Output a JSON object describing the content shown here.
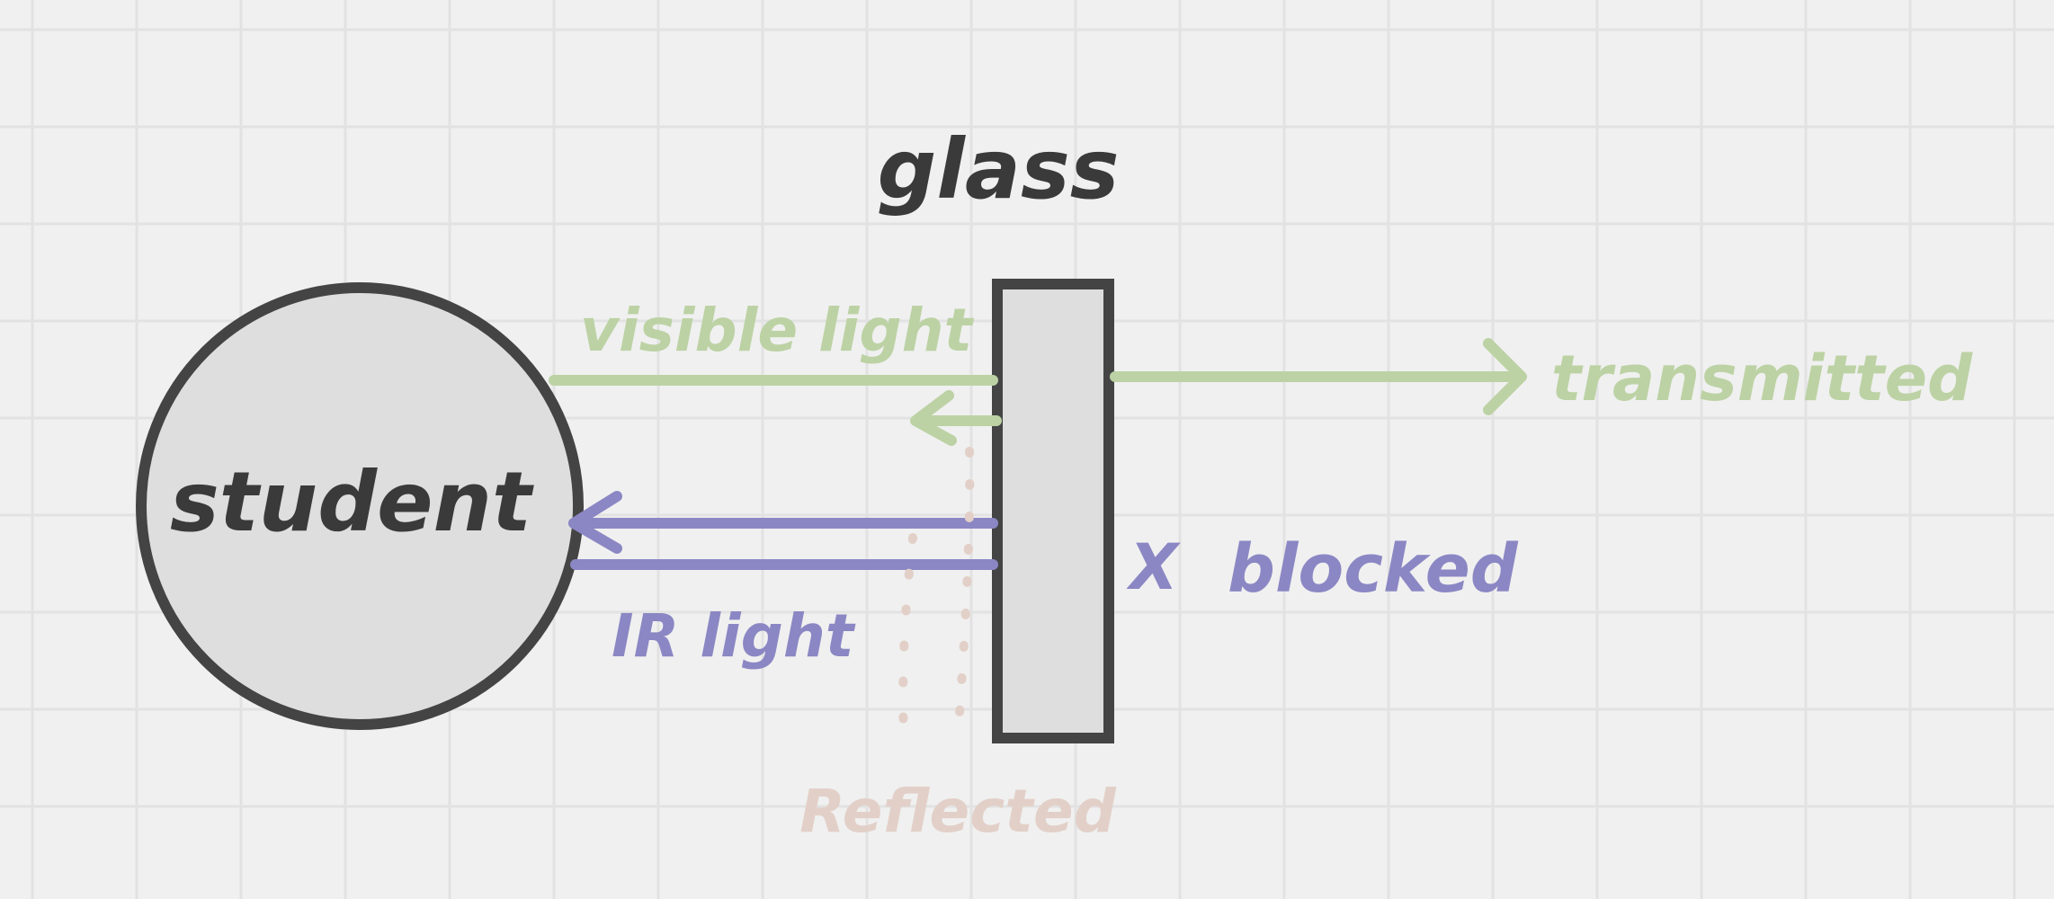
{
  "labels": {
    "glass": "glass",
    "student": "student",
    "visible_light": "visible light",
    "transmitted": "transmitted",
    "ir_light": "IR light",
    "blocked_mark": "X",
    "blocked": "blocked",
    "reflected": "Reflected"
  },
  "colors": {
    "background": "#f0f0f0",
    "grid": "#e2e2e2",
    "outline": "#444444",
    "fill": "#dedede",
    "visible": "#bcd2a4",
    "ir": "#8b87c4",
    "reflected": "#e2d0c8",
    "dark_text": "#3a3a3a"
  }
}
